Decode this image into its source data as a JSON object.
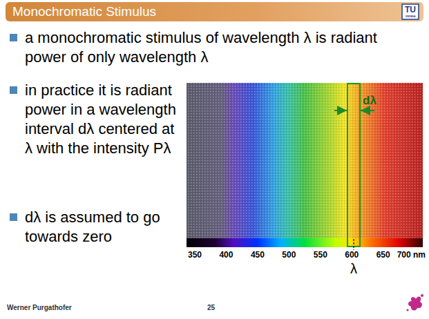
{
  "diagram": {
    "title": "Monochromatic Stimulus",
    "labels": [
      "a monochromatic stimulus of wavelength λ is radiant power of only wavelength λ",
      "in practice it is radiant power in a wavelength interval dλ centered at λ with the intensity Pλ",
      "dλ is assumed to go towards zero",
      "dλ",
      "350",
      "400",
      "450",
      "500",
      "550",
      "600",
      "650",
      "700 nm",
      "λ",
      "Werner Purgathofer",
      "25",
      "TU",
      "VIENNA"
    ]
  }
}
